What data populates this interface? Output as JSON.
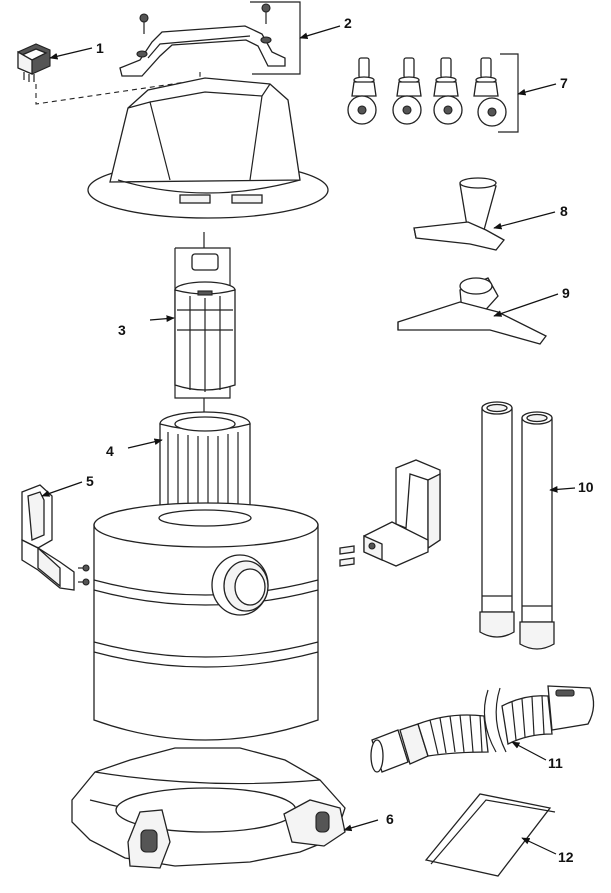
{
  "callouts": [
    {
      "number": "1"
    },
    {
      "number": "2"
    },
    {
      "number": "3"
    },
    {
      "number": "4"
    },
    {
      "number": "5"
    },
    {
      "number": "6"
    },
    {
      "number": "7"
    },
    {
      "number": "8"
    },
    {
      "number": "9"
    },
    {
      "number": "10"
    },
    {
      "number": "11"
    },
    {
      "number": "12"
    }
  ]
}
